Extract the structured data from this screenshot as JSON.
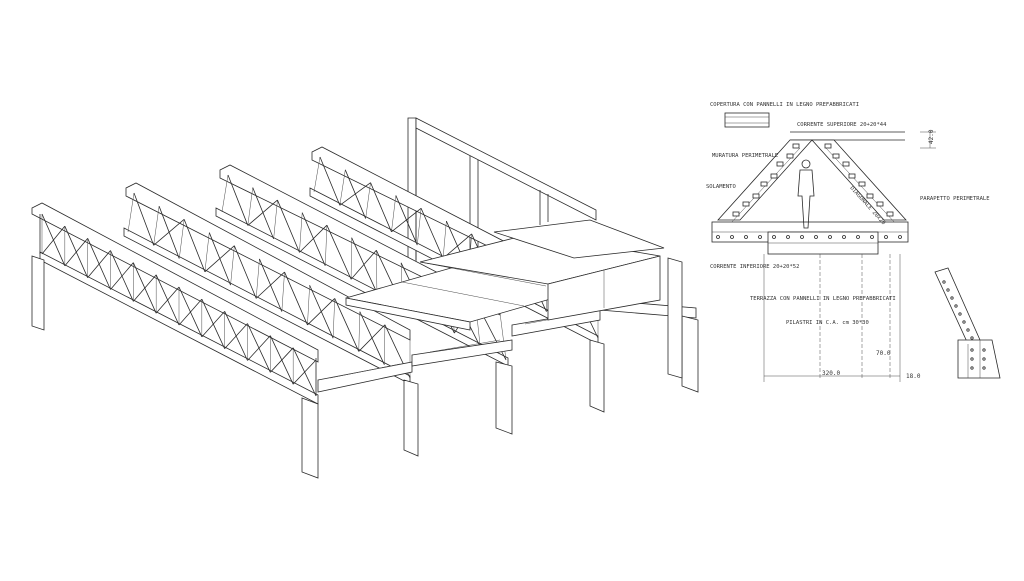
{
  "section": {
    "labels": {
      "roof": "COPERTURA CON PANNELLI IN LEGNO PREFABBRICATI",
      "top_chord": "CORRENTE SUPERIORE 20+20*44",
      "wall": "MURATURA PERIMETRALE",
      "walkway": "SOLAMENTO",
      "bottom_chord": "CORRENTE INFERIORE 20+20*52",
      "parapet": "PARAPETTO PERIMETRALE",
      "diagonal": "DIAGONALE 20x20",
      "terrace": "TERRAZZA CON PANNELLI IN LEGNO PREFABBRICATI",
      "pillars": "PILASTRI IN C.A. cm 30*30"
    },
    "dimensions": {
      "height": "42.0",
      "width": "320.0",
      "offset": "70.0",
      "edge": "18.0"
    }
  }
}
